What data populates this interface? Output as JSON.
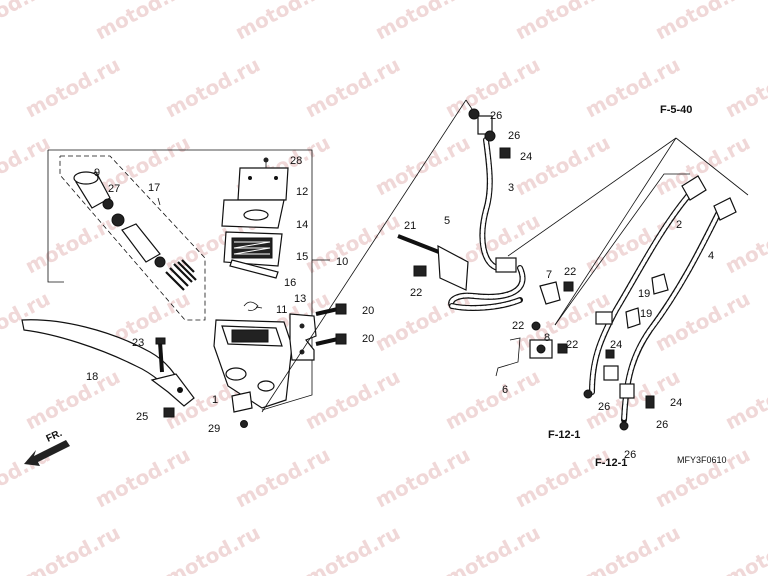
{
  "watermark": "motod.ru",
  "diagram_code": "MFY3F0610",
  "front_label": "FR.",
  "references": [
    "F-5-40",
    "F-12-1",
    "F-12-1"
  ],
  "callouts": [
    "1",
    "2",
    "3",
    "4",
    "5",
    "6",
    "7",
    "8",
    "9",
    "10",
    "11",
    "12",
    "13",
    "14",
    "15",
    "16",
    "17",
    "18",
    "19",
    "19",
    "20",
    "20",
    "21",
    "22",
    "22",
    "22",
    "22",
    "23",
    "24",
    "24",
    "24",
    "25",
    "26",
    "26",
    "26",
    "26",
    "26",
    "27",
    "28",
    "29"
  ]
}
